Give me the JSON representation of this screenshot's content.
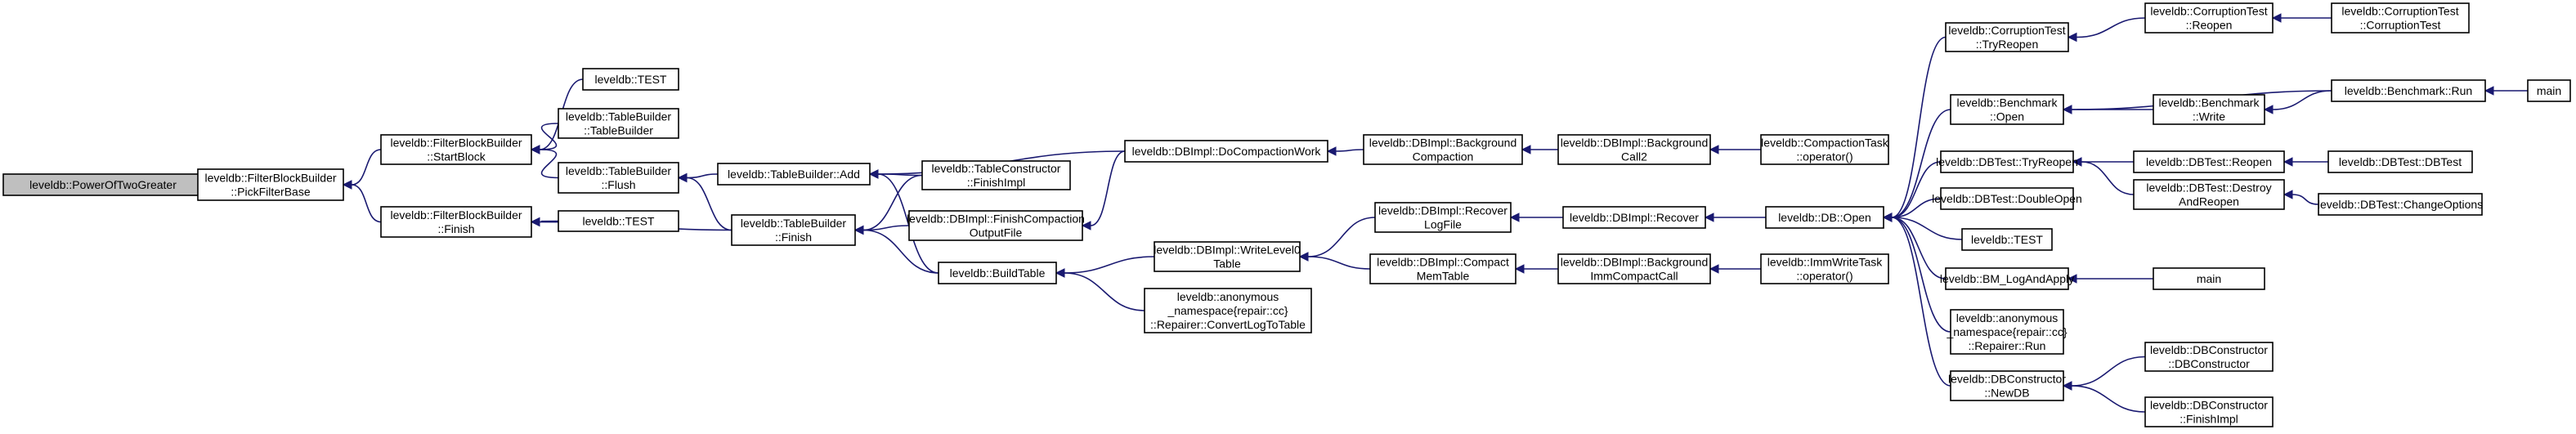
{
  "graph": {
    "title": "Call graph of leveldb::PowerOfTwoGreater",
    "colors": {
      "edge": "#191970",
      "root_fill": "#bfbfbf",
      "node_fill": "#ffffff",
      "node_stroke": "#000000"
    },
    "nodes": [
      {
        "id": "n0",
        "lines": [
          "leveldb::PowerOfTwoGreater"
        ],
        "root": true
      },
      {
        "id": "n1",
        "lines": [
          "leveldb::FilterBlockBuilder",
          "::PickFilterBase"
        ]
      },
      {
        "id": "n2",
        "lines": [
          "leveldb::FilterBlockBuilder",
          "::StartBlock"
        ]
      },
      {
        "id": "n3",
        "lines": [
          "leveldb::FilterBlockBuilder",
          "::Finish"
        ]
      },
      {
        "id": "n4",
        "lines": [
          "leveldb::TEST"
        ]
      },
      {
        "id": "n5",
        "lines": [
          "leveldb::TableBuilder",
          "::TableBuilder"
        ]
      },
      {
        "id": "n6",
        "lines": [
          "leveldb::TableBuilder",
          "::Flush"
        ]
      },
      {
        "id": "n7",
        "lines": [
          "leveldb::TEST"
        ]
      },
      {
        "id": "n8",
        "lines": [
          "leveldb::TableBuilder::Add"
        ]
      },
      {
        "id": "n9",
        "lines": [
          "leveldb::TableBuilder",
          "::Finish"
        ]
      },
      {
        "id": "n10",
        "lines": [
          "leveldb::TableConstructor",
          "::FinishImpl"
        ]
      },
      {
        "id": "n11",
        "lines": [
          "leveldb::DBImpl::FinishCompaction",
          "OutputFile"
        ]
      },
      {
        "id": "n12",
        "lines": [
          "leveldb::BuildTable"
        ]
      },
      {
        "id": "n13",
        "lines": [
          "leveldb::DBImpl::DoCompactionWork"
        ]
      },
      {
        "id": "n14",
        "lines": [
          "leveldb::DBImpl::WriteLevel0",
          "Table"
        ]
      },
      {
        "id": "n15",
        "lines": [
          "leveldb::anonymous",
          "_namespace{repair::cc}",
          "::Repairer::ConvertLogToTable"
        ]
      },
      {
        "id": "n16",
        "lines": [
          "leveldb::DBImpl::Background",
          "Compaction"
        ]
      },
      {
        "id": "n17",
        "lines": [
          "leveldb::DBImpl::Recover",
          "LogFile"
        ]
      },
      {
        "id": "n18",
        "lines": [
          "leveldb::DBImpl::Compact",
          "MemTable"
        ]
      },
      {
        "id": "n19",
        "lines": [
          "leveldb::DBImpl::Background",
          "Call2"
        ]
      },
      {
        "id": "n20",
        "lines": [
          "leveldb::DBImpl::Recover"
        ]
      },
      {
        "id": "n21",
        "lines": [
          "leveldb::DBImpl::Background",
          "ImmCompactCall"
        ]
      },
      {
        "id": "n22",
        "lines": [
          "leveldb::CompactionTask",
          "::operator()"
        ]
      },
      {
        "id": "n23",
        "lines": [
          "leveldb::DB::Open"
        ]
      },
      {
        "id": "n24",
        "lines": [
          "leveldb::ImmWriteTask",
          "::operator()"
        ]
      },
      {
        "id": "n25",
        "lines": [
          "leveldb::CorruptionTest",
          "::TryReopen"
        ]
      },
      {
        "id": "n26",
        "lines": [
          "leveldb::Benchmark",
          "::Open"
        ]
      },
      {
        "id": "n27",
        "lines": [
          "leveldb::DBTest::TryReopen"
        ]
      },
      {
        "id": "n28",
        "lines": [
          "leveldb::DBTest::DoubleOpen"
        ]
      },
      {
        "id": "n29",
        "lines": [
          "leveldb::TEST"
        ]
      },
      {
        "id": "n30",
        "lines": [
          "leveldb::BM_LogAndApply"
        ]
      },
      {
        "id": "n31",
        "lines": [
          "leveldb::anonymous",
          "_namespace{repair::cc}",
          "::Repairer::Run"
        ]
      },
      {
        "id": "n32",
        "lines": [
          "leveldb::DBConstructor",
          "::NewDB"
        ]
      },
      {
        "id": "n33",
        "lines": [
          "leveldb::CorruptionTest",
          "::Reopen"
        ]
      },
      {
        "id": "n34",
        "lines": [
          "leveldb::CorruptionTest",
          "::CorruptionTest"
        ]
      },
      {
        "id": "n35",
        "lines": [
          "leveldb::Benchmark",
          "::Write"
        ]
      },
      {
        "id": "n36",
        "lines": [
          "leveldb::Benchmark::Run"
        ]
      },
      {
        "id": "n37",
        "lines": [
          "main"
        ]
      },
      {
        "id": "n38",
        "lines": [
          "leveldb::DBTest::Reopen"
        ]
      },
      {
        "id": "n39",
        "lines": [
          "leveldb::DBTest::DBTest"
        ]
      },
      {
        "id": "n40",
        "lines": [
          "leveldb::DBTest::Destroy",
          "AndReopen"
        ]
      },
      {
        "id": "n41",
        "lines": [
          "leveldb::DBTest::ChangeOptions"
        ]
      },
      {
        "id": "n42",
        "lines": [
          "main"
        ]
      },
      {
        "id": "n43",
        "lines": [
          "leveldb::DBConstructor",
          "::DBConstructor"
        ]
      },
      {
        "id": "n44",
        "lines": [
          "leveldb::DBConstructor",
          "::FinishImpl"
        ]
      }
    ],
    "edges": [
      [
        "n1",
        "n0"
      ],
      [
        "n2",
        "n1"
      ],
      [
        "n3",
        "n1"
      ],
      [
        "n4",
        "n2"
      ],
      [
        "n5",
        "n2"
      ],
      [
        "n6",
        "n2"
      ],
      [
        "n7",
        "n3"
      ],
      [
        "n9",
        "n3"
      ],
      [
        "n8",
        "n6"
      ],
      [
        "n9",
        "n6"
      ],
      [
        "n10",
        "n8"
      ],
      [
        "n12",
        "n8"
      ],
      [
        "n13",
        "n8"
      ],
      [
        "n10",
        "n9"
      ],
      [
        "n11",
        "n9"
      ],
      [
        "n12",
        "n9"
      ],
      [
        "n13",
        "n11"
      ],
      [
        "n14",
        "n12"
      ],
      [
        "n15",
        "n12"
      ],
      [
        "n16",
        "n13"
      ],
      [
        "n17",
        "n14"
      ],
      [
        "n18",
        "n14"
      ],
      [
        "n19",
        "n16"
      ],
      [
        "n20",
        "n17"
      ],
      [
        "n21",
        "n18"
      ],
      [
        "n22",
        "n19"
      ],
      [
        "n23",
        "n20"
      ],
      [
        "n24",
        "n21"
      ],
      [
        "n25",
        "n23"
      ],
      [
        "n26",
        "n23"
      ],
      [
        "n27",
        "n23"
      ],
      [
        "n28",
        "n23"
      ],
      [
        "n29",
        "n23"
      ],
      [
        "n30",
        "n23"
      ],
      [
        "n31",
        "n23"
      ],
      [
        "n32",
        "n23"
      ],
      [
        "n33",
        "n25"
      ],
      [
        "n34",
        "n33"
      ],
      [
        "n35",
        "n26"
      ],
      [
        "n36",
        "n26"
      ],
      [
        "n36",
        "n35"
      ],
      [
        "n37",
        "n36"
      ],
      [
        "n38",
        "n27"
      ],
      [
        "n40",
        "n27"
      ],
      [
        "n39",
        "n38"
      ],
      [
        "n41",
        "n40"
      ],
      [
        "n42",
        "n30"
      ],
      [
        "n43",
        "n32"
      ],
      [
        "n44",
        "n32"
      ]
    ]
  }
}
